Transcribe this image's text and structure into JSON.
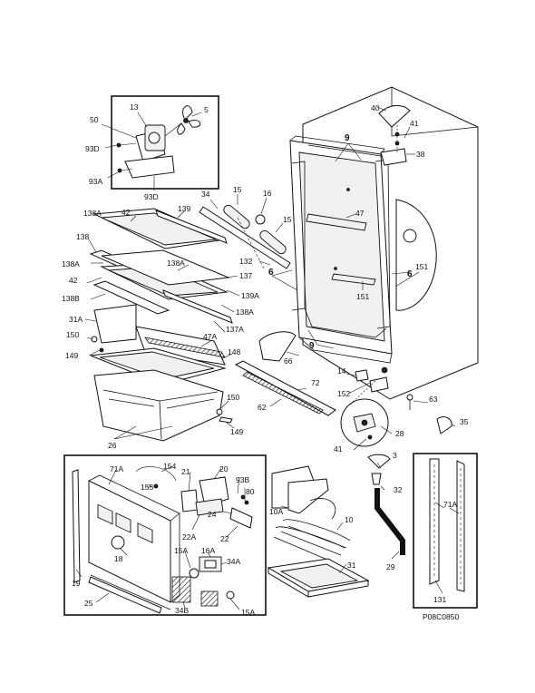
{
  "diagram_id": "P08C0850",
  "labels": {
    "l13": "13",
    "l5": "5",
    "l50": "50",
    "l93D_a": "93D",
    "l93A": "93A",
    "l93D_b": "93D",
    "l40": "40",
    "l41_a": "41",
    "l38": "38",
    "l9_a": "9",
    "l34": "34",
    "l15_a": "15",
    "l16": "16",
    "l15_b": "15",
    "l47": "47",
    "l138A_a": "138A",
    "l42_a": "42",
    "l139": "139",
    "l138": "138",
    "l138A_b": "138A",
    "l42_b": "42",
    "l138B": "138B",
    "l138A_c": "138A",
    "l132": "132",
    "l137": "137",
    "l6_a": "6",
    "l151_a": "151",
    "l6_b": "6",
    "l139A": "139A",
    "l138A_d": "138A",
    "l151_b": "151",
    "l31A": "31A",
    "l137A": "137A",
    "l47A": "47A",
    "l150_a": "150",
    "l149_a": "149",
    "l148": "148",
    "l66": "66",
    "l9_b": "9",
    "l14": "14",
    "l72": "72",
    "l62": "62",
    "l152": "152",
    "l63": "63",
    "l150_b": "150",
    "l35": "35",
    "l28": "28",
    "l149_b": "149",
    "l26": "26",
    "l41_b": "41",
    "l3": "3",
    "l154": "154",
    "l71A_a": "71A",
    "l21": "21",
    "l20": "20",
    "l93B": "93B",
    "l155": "155",
    "l80": "80",
    "l24": "24",
    "l22A": "22A",
    "l22": "22",
    "l18": "18",
    "l15A_a": "15A",
    "l16A": "16A",
    "l34A": "34A",
    "l19": "19",
    "l25": "25",
    "l34B": "34B",
    "l15A_b": "15A",
    "l10A": "10A",
    "l10": "10",
    "l32": "32",
    "l29": "29",
    "l31": "31",
    "l71A_b": "71A",
    "l131": "131"
  }
}
